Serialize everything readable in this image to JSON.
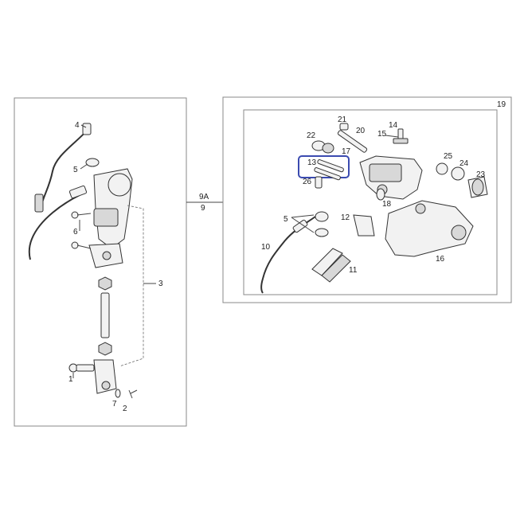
{
  "colors": {
    "highlight": "#3b4bb0",
    "panel_border": "#888888",
    "line": "#444444"
  },
  "callouts": {
    "c1": "1",
    "c2": "2",
    "c3": "3",
    "c4": "4",
    "c5_left": "5",
    "c6": "6",
    "c7": "7",
    "c9": "9",
    "c9a": "9A",
    "c19": "19",
    "c21": "21",
    "c20": "20",
    "c22": "22",
    "c14": "14",
    "c15": "15",
    "c17": "17",
    "c13": "13",
    "c26": "26",
    "c25": "25",
    "c24": "24",
    "c23": "23",
    "c5_right": "5",
    "c12": "12",
    "c18": "18",
    "c16": "16",
    "c10": "10",
    "c11": "11"
  }
}
